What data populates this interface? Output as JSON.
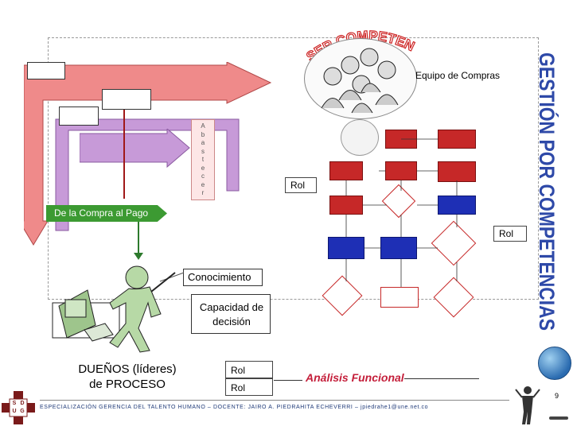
{
  "slide": {
    "title_vertical": "GESTIÓN POR COMPETENCIAS",
    "arc_title": "SER COMPETENTE",
    "team_label": "Equipo de Compras",
    "abastecer_letters": [
      "A",
      "b",
      "a",
      "s",
      "t",
      "e",
      "c",
      "e",
      "r"
    ],
    "process_label": "De la Compra al Pago",
    "role_label": "Rol",
    "knowledge_label": "Conocimiento",
    "decision_label": "Capacidad de decisión",
    "owners_label": "DUEÑOS (líderes) de PROCESO",
    "functional_label": "Análisis Funcional",
    "page_number": "9",
    "footer_text": "ESPECIALIZACIÓN GERENCIA DEL TALENTO HUMANO – DOCENTE: JAIRO A. PIEDRAHITA ECHEVERRI – jpiedrahe1@une.net.co",
    "logo_letters": [
      "S",
      "D",
      "U",
      "G"
    ]
  },
  "colors": {
    "title_blue": "#2e49a8",
    "arrow_red": "#ef8a8a",
    "arrow_purple": "#c79ad8",
    "process_green": "#3c9a32",
    "flow_red": "#c62828",
    "flow_blue": "#1e2fb5"
  }
}
